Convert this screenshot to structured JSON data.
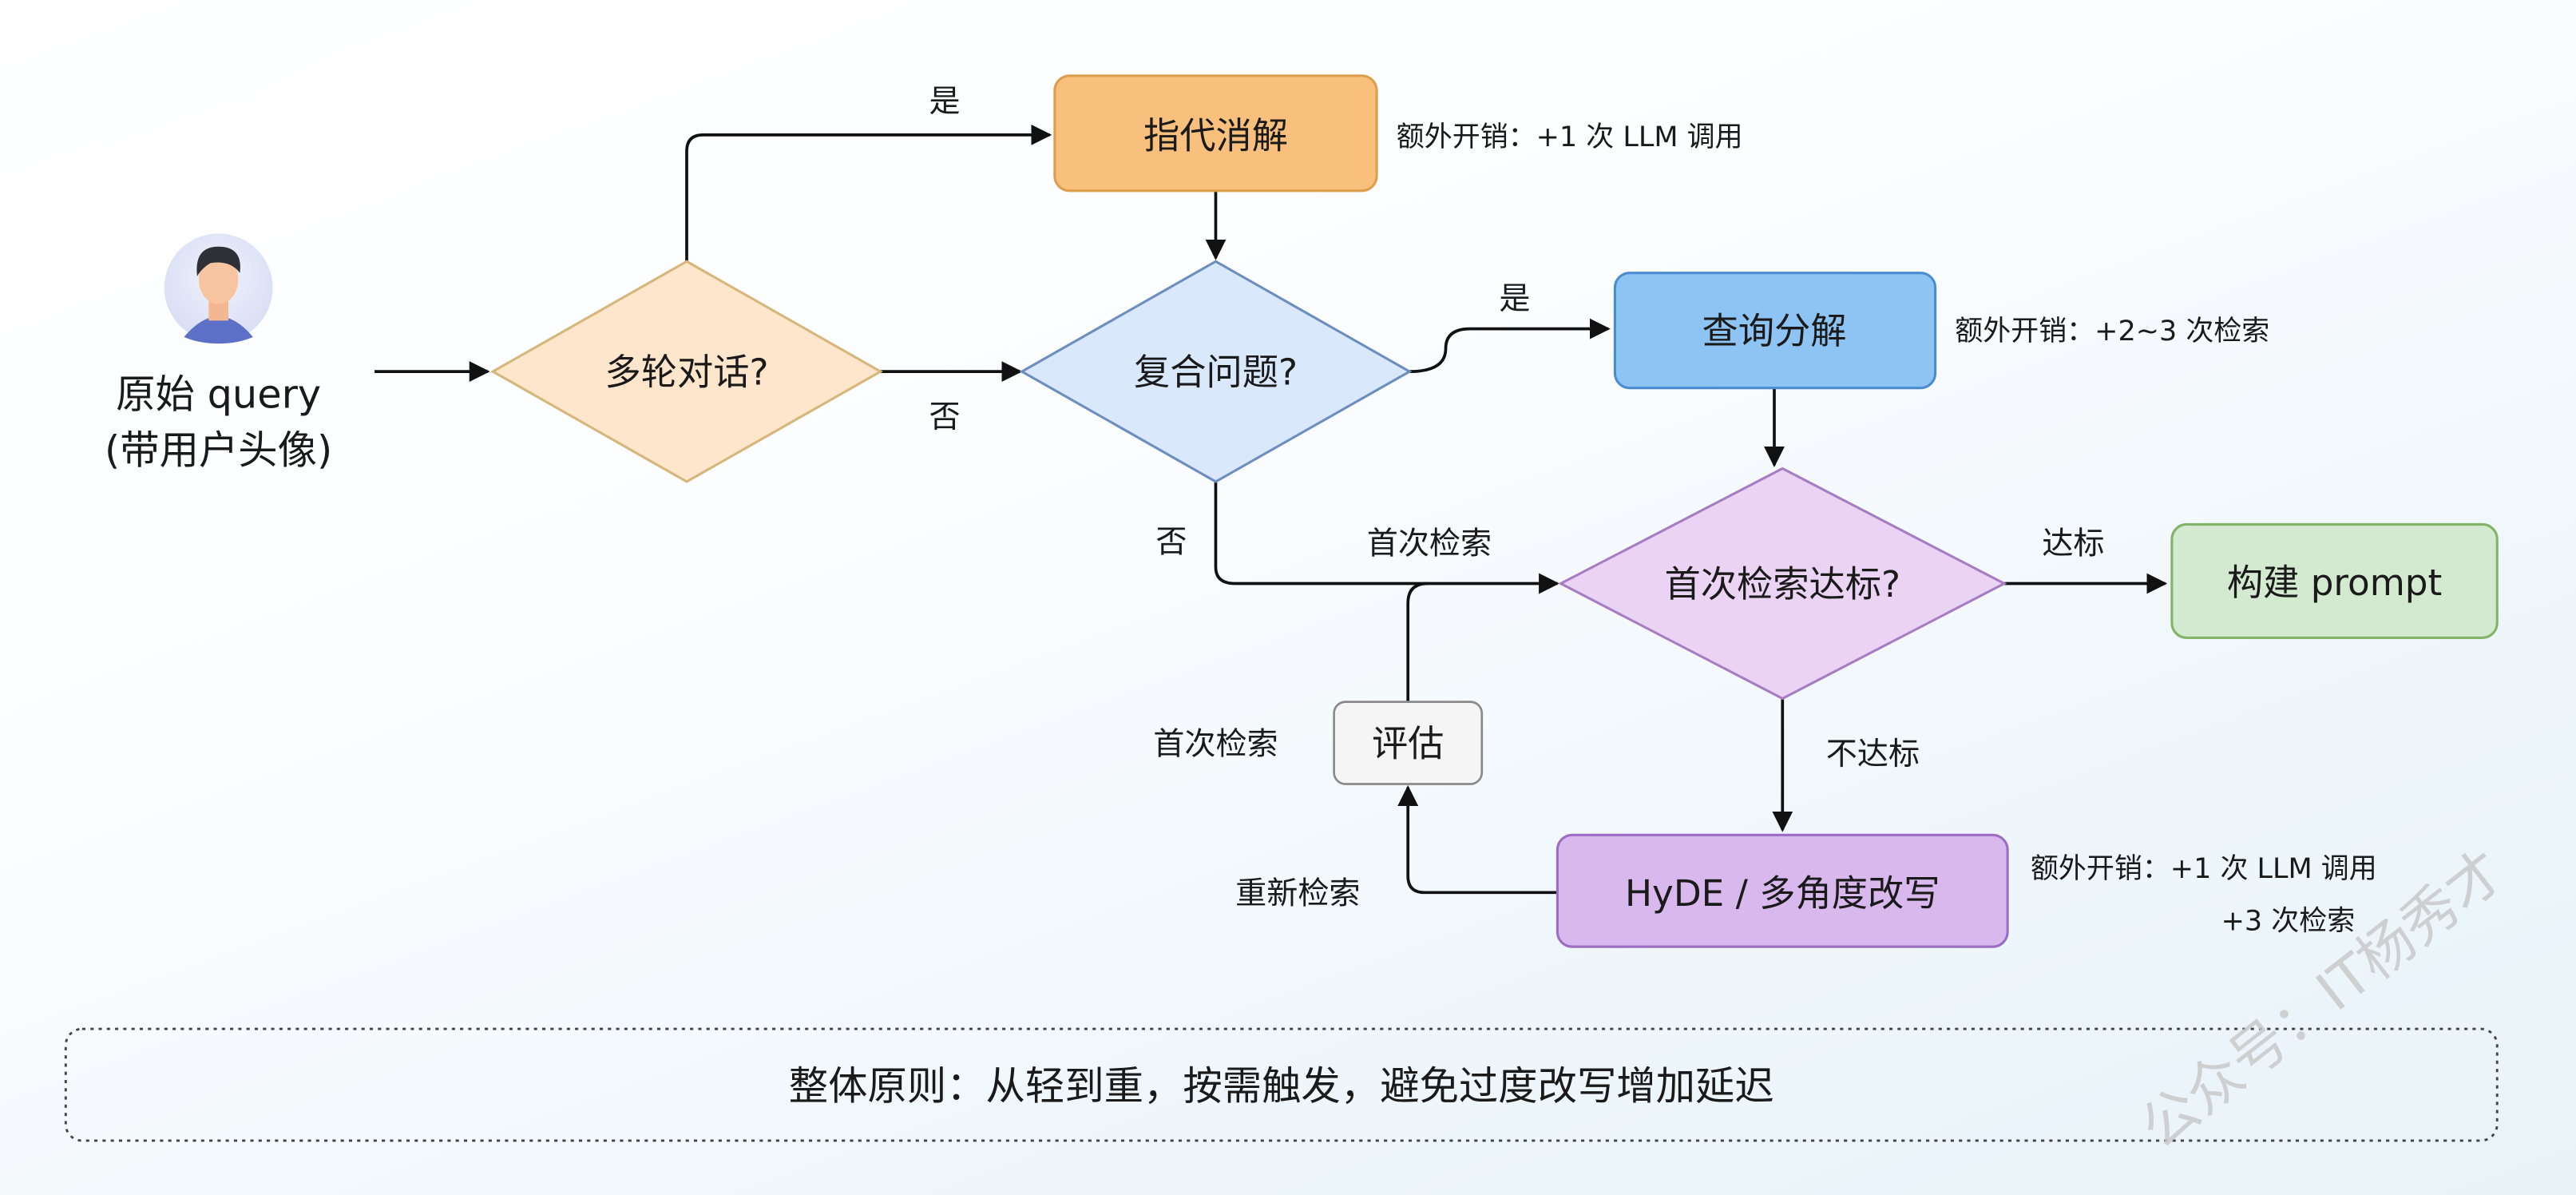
{
  "start": {
    "line1": "原始 query",
    "line2": "(带用户头像)",
    "icon": "user-avatar-icon"
  },
  "decisions": {
    "multi_turn": "多轮对话?",
    "compound": "复合问题?",
    "first_pass": "首次检索达标?"
  },
  "processes": {
    "coref": "指代消解",
    "decompose": "查询分解",
    "build_prompt": "构建 prompt",
    "hyde": "HyDE / 多角度改写",
    "evaluate": "评估"
  },
  "edge_labels": {
    "multi_yes": "是",
    "multi_no": "否",
    "compound_yes": "是",
    "compound_no": "否",
    "first_retrieval": "首次检索",
    "pass": "达标",
    "fail": "不达标",
    "re_retrieval": "重新检索",
    "first_retrieval_eval": "首次检索"
  },
  "notes": {
    "coref_cost": "额外开销：+1 次 LLM 调用",
    "decompose_cost": "额外开销：+2~3 次检索",
    "hyde_cost_line1": "额外开销：+1 次 LLM 调用",
    "hyde_cost_line2": "+3 次检索"
  },
  "principle": "整体原则：从轻到重，按需触发，避免过度改写增加延迟",
  "watermark": "公众号：IT杨秀才",
  "colors": {
    "coref_fill": "#f8c07c",
    "coref_stroke": "#dd9e4c",
    "multi_fill": "#fde6cc",
    "multi_stroke": "#d7b67a",
    "compound_fill": "#dae8fc",
    "compound_stroke": "#6c8ebf",
    "decompose_fill": "#8ec4f3",
    "decompose_stroke": "#4a8cd0",
    "first_fill": "#ead3f3",
    "first_stroke": "#a67cc2",
    "prompt_fill": "#d3ead0",
    "prompt_stroke": "#82b366",
    "hyde_fill": "#d9b8ee",
    "hyde_stroke": "#9b6cc4"
  }
}
